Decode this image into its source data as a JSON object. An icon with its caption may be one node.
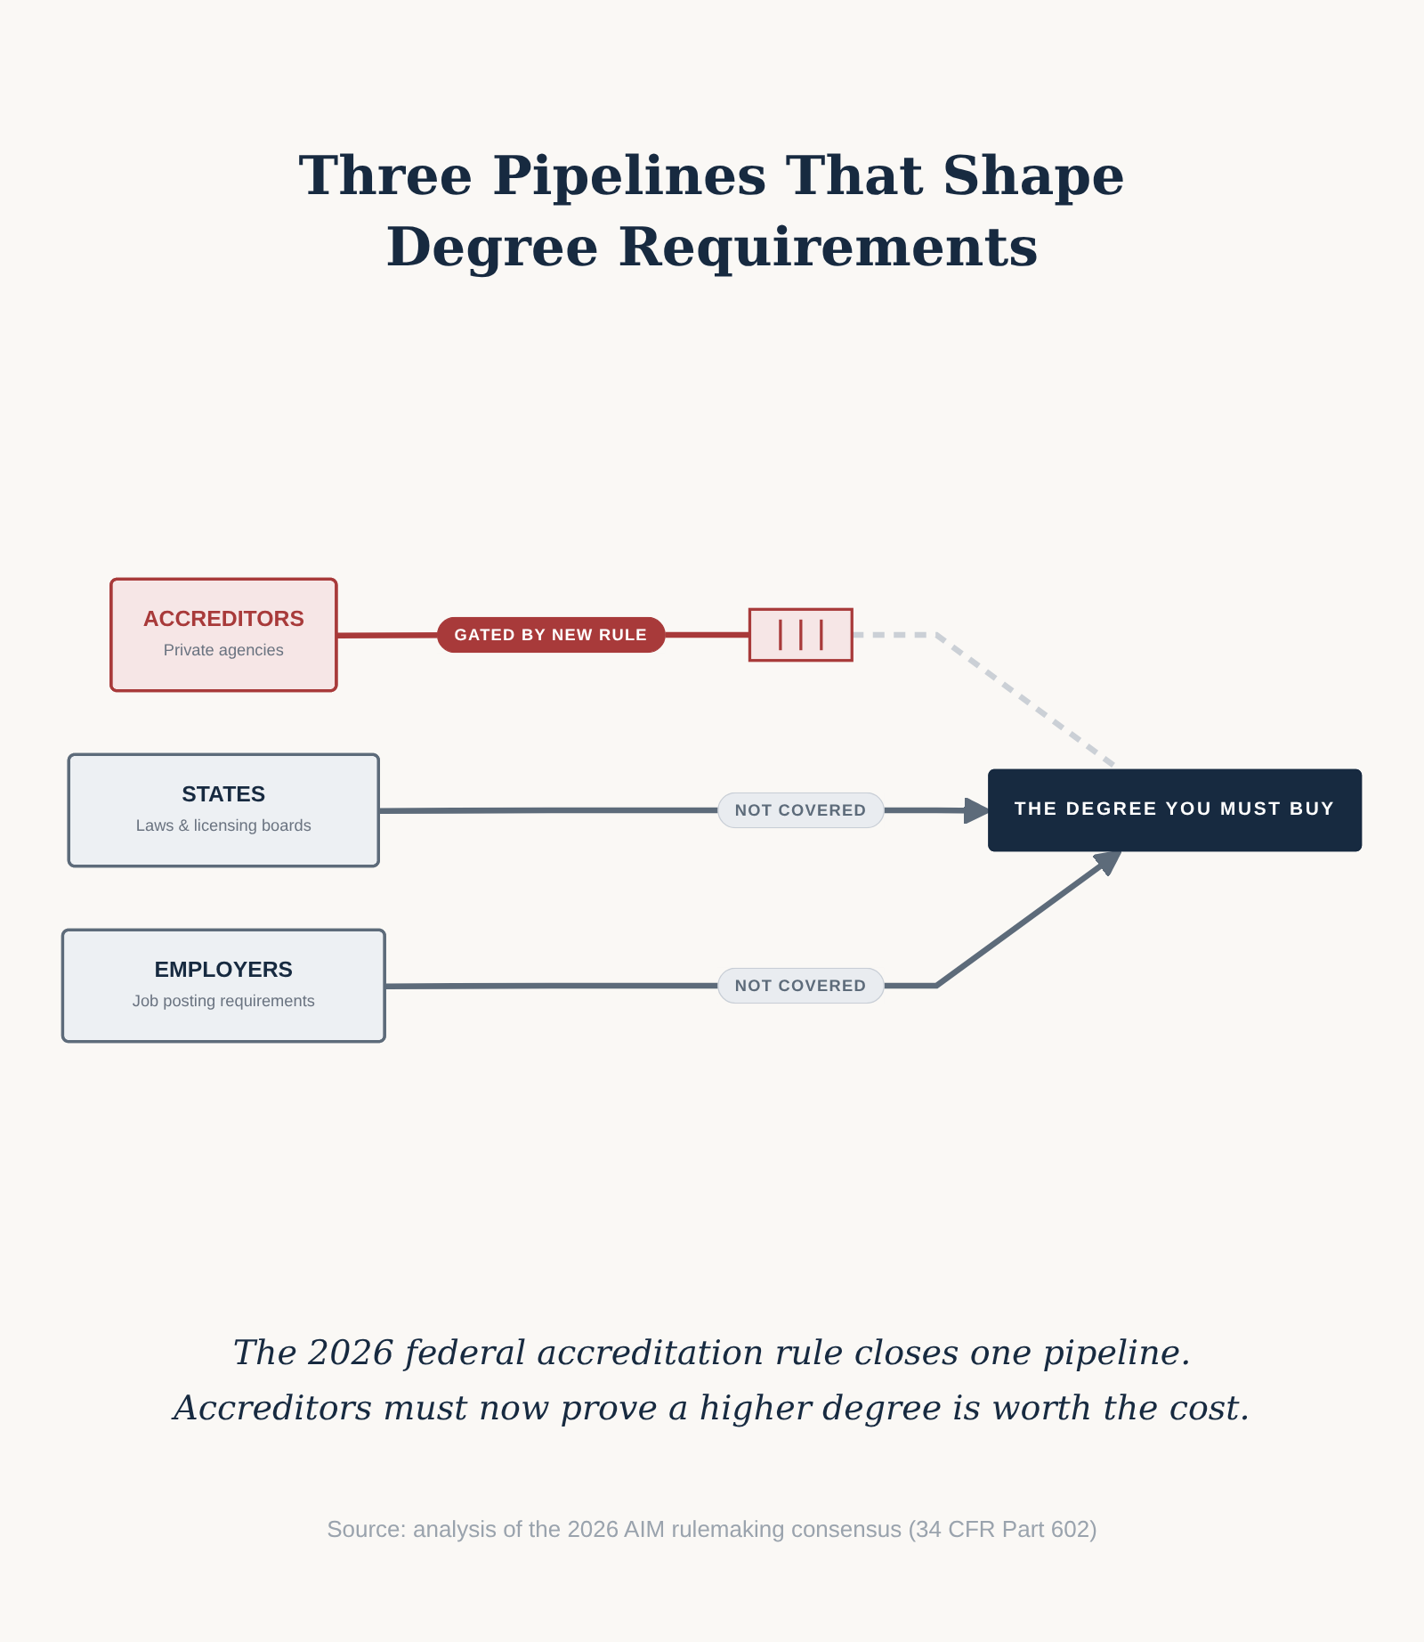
{
  "diagram": {
    "title": "Three Pipelines That Shape Degree Requirements",
    "caption": "The 2026 federal accreditation rule closes one pipeline. Accreditors must now prove a higher degree is worth the cost.",
    "nodes": [
      {
        "text": [
          "ACCREDITORS",
          "Private agencies"
        ]
      },
      {
        "text": [],
        "shape": "box"
      },
      {
        "text": [
          "STATES",
          "Laws & licensing boards"
        ]
      },
      {
        "text": [
          "EMPLOYERS",
          "Job posting requirements"
        ]
      },
      {
        "text": [
          "THE DEGREE YOU MUST BUY"
        ]
      }
    ],
    "edges": [
      {
        "from": 0,
        "to": 1,
        "arrow": "none",
        "label": "GATED BY NEW RULE",
        "color": "#a83a3a"
      },
      {
        "from": 1,
        "to": 4,
        "arrow": "none",
        "style": "dashed",
        "color": "#cbd0d6"
      },
      {
        "from": 2,
        "to": 4,
        "arrow": "to",
        "label": "NOT COVERED"
      },
      {
        "from": 3,
        "to": 4,
        "arrow": "to",
        "label": "NOT COVERED"
      }
    ],
    "labels": [
      "Source: analysis of the 2026 AIM rulemaking consensus (34 CFR Part 602)"
    ]
  }
}
